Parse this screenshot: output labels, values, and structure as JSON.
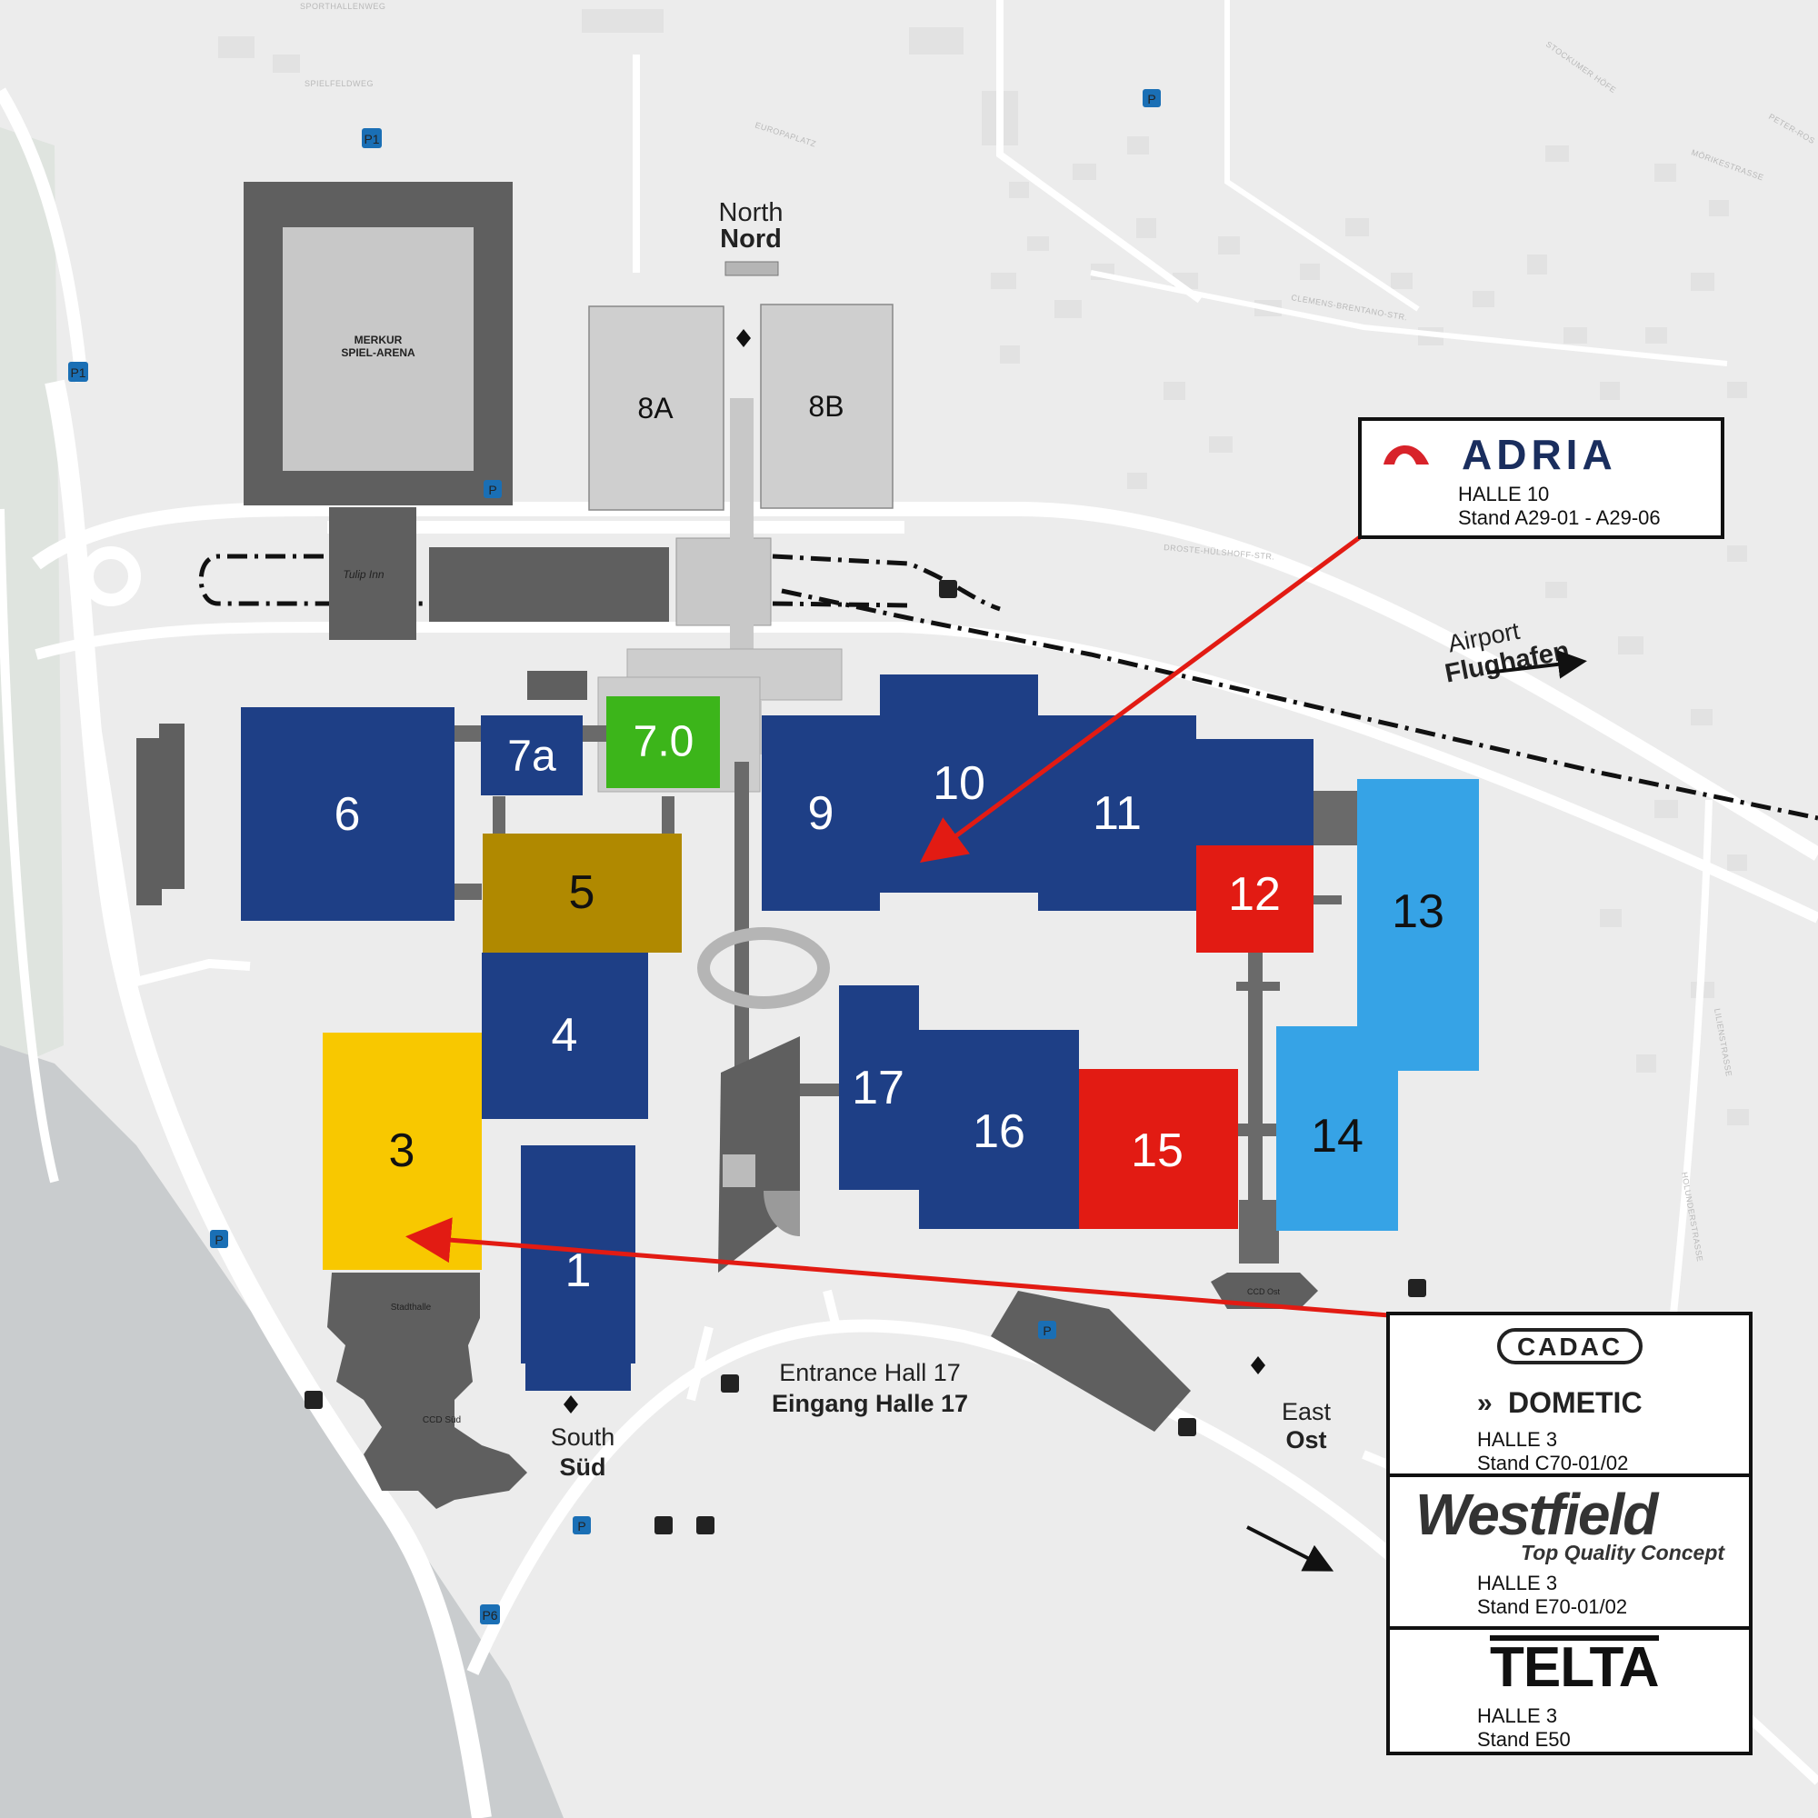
{
  "halls": [
    {
      "id": "6",
      "label": "6",
      "fill": "#1e3f86",
      "text": "#ffffff"
    },
    {
      "id": "7a",
      "label": "7a",
      "fill": "#1e3f86",
      "text": "#ffffff"
    },
    {
      "id": "7-0",
      "label": "7.0",
      "fill": "#3cb51a",
      "text": "#ffffff"
    },
    {
      "id": "5",
      "label": "5",
      "fill": "#b08900",
      "text": "#111111"
    },
    {
      "id": "4",
      "label": "4",
      "fill": "#1e3f86",
      "text": "#ffffff"
    },
    {
      "id": "3",
      "label": "3",
      "fill": "#f8c800",
      "text": "#111111"
    },
    {
      "id": "1",
      "label": "1",
      "fill": "#1e3f86",
      "text": "#ffffff"
    },
    {
      "id": "9",
      "label": "9",
      "fill": "#1e3f86",
      "text": "#ffffff"
    },
    {
      "id": "10",
      "label": "10",
      "fill": "#1e3f86",
      "text": "#ffffff"
    },
    {
      "id": "11",
      "label": "11",
      "fill": "#1e3f86",
      "text": "#ffffff"
    },
    {
      "id": "12",
      "label": "12",
      "fill": "#e21b13",
      "text": "#ffffff"
    },
    {
      "id": "13",
      "label": "13",
      "fill": "#36a3e6",
      "text": "#111111"
    },
    {
      "id": "14",
      "label": "14",
      "fill": "#36a3e6",
      "text": "#111111"
    },
    {
      "id": "15",
      "label": "15",
      "fill": "#e21b13",
      "text": "#ffffff"
    },
    {
      "id": "16",
      "label": "16",
      "fill": "#1e3f86",
      "text": "#ffffff"
    },
    {
      "id": "17",
      "label": "17",
      "fill": "#1e3f86",
      "text": "#ffffff"
    },
    {
      "id": "8a",
      "label": "8A",
      "fill": "#cfcfcf",
      "text": "#111111"
    },
    {
      "id": "8b",
      "label": "8B",
      "fill": "#cfcfcf",
      "text": "#111111"
    }
  ],
  "arena": {
    "line1": "MERKUR",
    "line2": "SPIEL-ARENA"
  },
  "tulip": "Tulip Inn",
  "stadthalle": "Stadthalle",
  "ccd_sued": "CCD Süd",
  "ccd_ost": "CCD Ost",
  "entrances": {
    "north": {
      "en": "North",
      "de": "Nord"
    },
    "south": {
      "en": "South",
      "de": "Süd"
    },
    "east": {
      "en": "East",
      "de": "Ost"
    },
    "hall17": {
      "en": "Entrance Hall 17",
      "de": "Eingang Halle 17"
    },
    "airport": {
      "en": "Airport",
      "de": "Flughafen"
    }
  },
  "streets": {
    "sporthallenweg": "SPORTHALLENWEG",
    "spielfeldweg": "SPIELFELDWEG",
    "europaplatz": "EUROPAPLATZ",
    "stockumer": "STOCKUMER HÖFE",
    "moerike": "MÖRIKESTRASSE",
    "clemens": "CLEMENS-BRENTANO-STR.",
    "droste": "DROSTE-HÜLSHOFF-STR.",
    "lilien": "LILIENSTRASSE",
    "holunder": "HOLUNDERSTRASSE",
    "peter": "PETER-ROS"
  },
  "parking": {
    "p": "P",
    "p1": "P1",
    "p6": "P6"
  },
  "adria_box": {
    "brand": "ADRIA",
    "hall": "HALLE 10",
    "stand": "Stand A29-01 - A29-06"
  },
  "cadac_box": {
    "brand1": "CADAC",
    "brand2": "DOMETIC",
    "hall": "HALLE 3",
    "stand": "Stand C70-01/02"
  },
  "westfield_box": {
    "brand": "Westfield",
    "tagline": "Top Quality Concept",
    "hall": "HALLE 3",
    "stand": "Stand E70-01/02"
  },
  "telta_box": {
    "brand": "TELTA",
    "hall": "HALLE 3",
    "stand": "Stand E50"
  },
  "colors": {
    "arrow": "#e21b13",
    "dark_building": "#5f5f5f",
    "light_building": "#cfcfcf",
    "road": "#ffffff",
    "water": "#c9ccce"
  }
}
